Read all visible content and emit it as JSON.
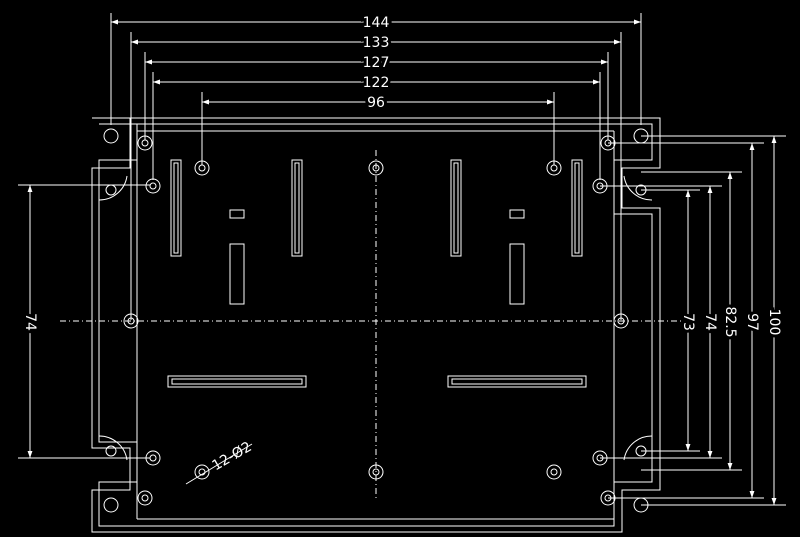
{
  "colors": {
    "background": "#000000",
    "line": "#ffffff"
  },
  "dimensions": {
    "top": [
      "144",
      "133",
      "127",
      "122",
      "96"
    ],
    "left": "74",
    "right": [
      "73",
      "74",
      "82.5",
      "97",
      "100"
    ],
    "hole_note": "12-Ø2"
  }
}
